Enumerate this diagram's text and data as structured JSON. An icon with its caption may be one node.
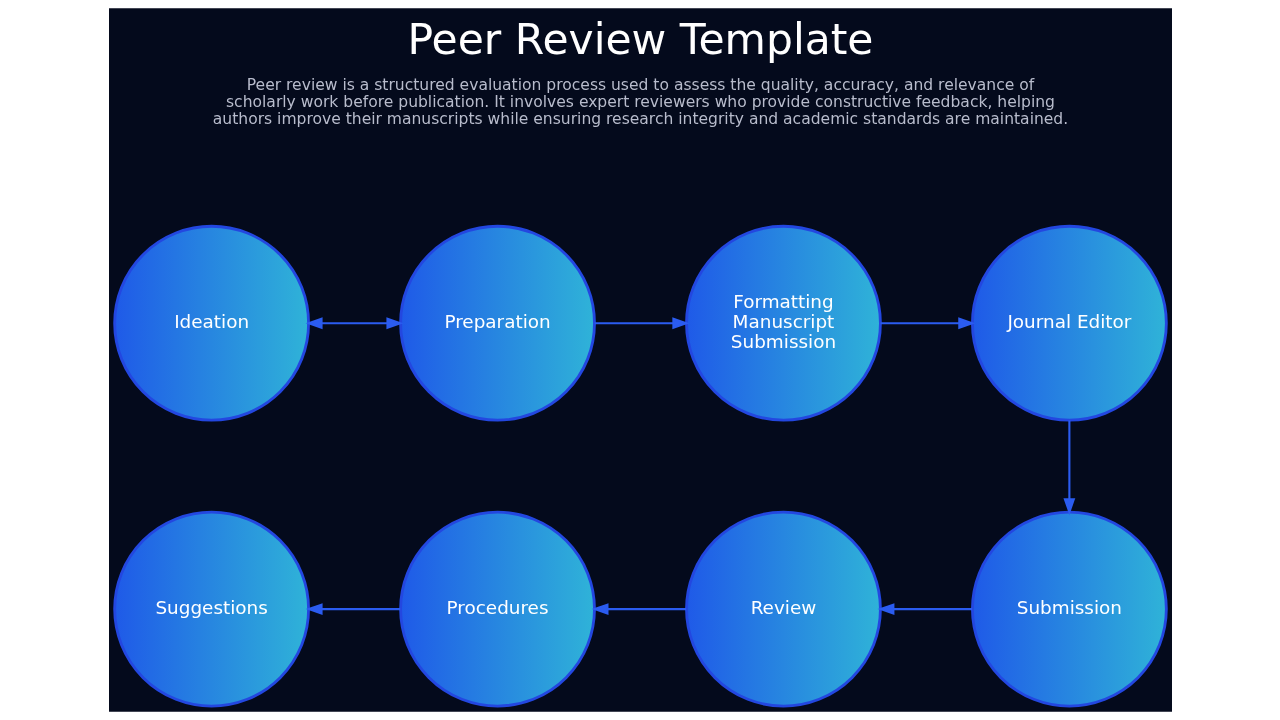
{
  "diagram": {
    "title": "Peer Review Template",
    "nodes": [
      {
        "text": [
          "Ideation"
        ]
      },
      {
        "text": [
          "Preparation"
        ]
      },
      {
        "text": [
          "Formatting Manuscript Submission"
        ]
      },
      {
        "text": [
          "Journal Editor"
        ]
      },
      {
        "text": [
          "Suggestions"
        ]
      },
      {
        "text": [
          "Procedures"
        ]
      },
      {
        "text": [
          "Review"
        ]
      },
      {
        "text": [
          "Submission"
        ]
      }
    ],
    "edges": [
      {
        "from": 0,
        "to": 1,
        "arrow": "both"
      },
      {
        "from": 1,
        "to": 2,
        "arrow": "to"
      },
      {
        "from": 2,
        "to": 3,
        "arrow": "to"
      },
      {
        "from": 3,
        "to": 7,
        "arrow": "to"
      },
      {
        "from": 7,
        "to": 6,
        "arrow": "to"
      },
      {
        "from": 6,
        "to": 5,
        "arrow": "to"
      },
      {
        "from": 5,
        "to": 4,
        "arrow": "to"
      }
    ],
    "labels": [
      "Peer review is a structured evaluation process used to assess the quality, accuracy, and relevance of scholarly work before publication. It involves expert reviewers who provide constructive feedback, helping authors improve their manuscripts while ensuring research integrity and academic standards are maintained."
    ]
  }
}
